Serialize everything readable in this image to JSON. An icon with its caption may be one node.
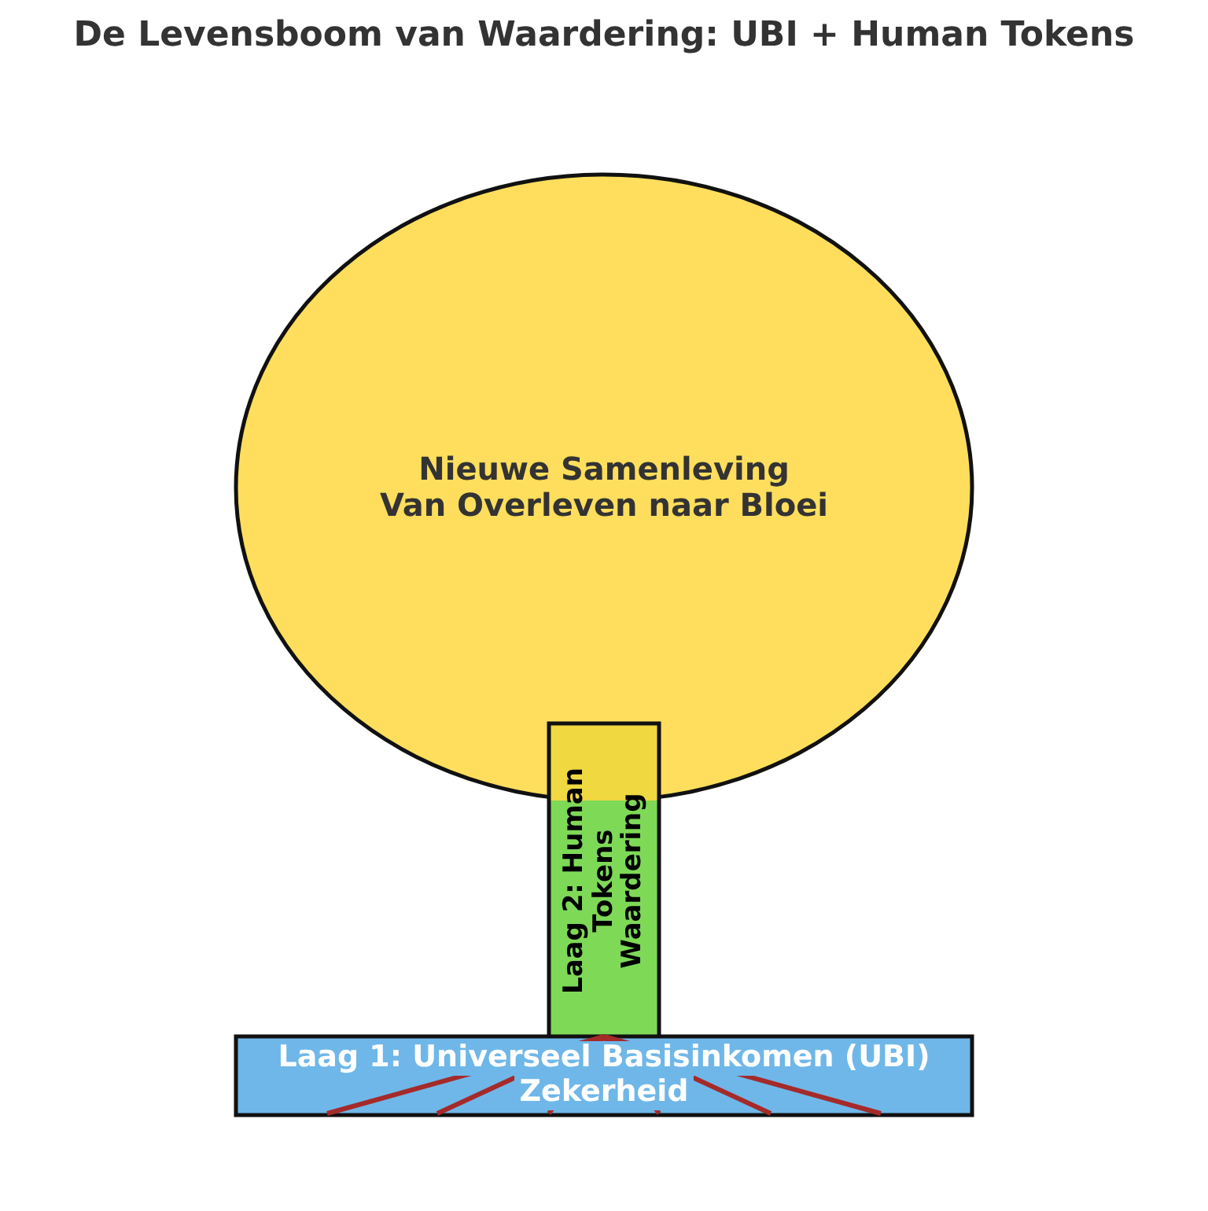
{
  "diagram": {
    "title": "De Levensboom van Waardering: UBI + Human Tokens",
    "nodes": [
      {
        "text": [
          "Nieuwe Samenleving",
          "Van Overleven naar Bloei"
        ]
      },
      {
        "text": [
          "Laag 2: Human Tokens",
          "Waardering"
        ]
      },
      {
        "text": [
          "Laag 1: Universeel Basisinkomen (UBI)",
          "Zekerheid"
        ]
      }
    ]
  }
}
